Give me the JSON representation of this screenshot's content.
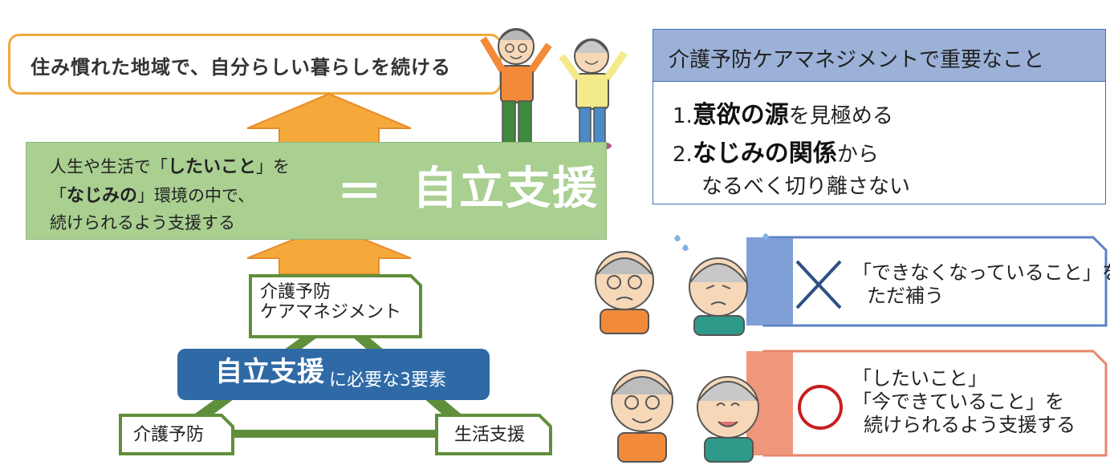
{
  "goal": {
    "text": "住み慣れた地域で、自分らしい暮らしを続ける"
  },
  "main_band": {
    "line1_pre": "人生や生活で「",
    "line1_bold": "したいこと",
    "line1_post": "」を",
    "line2_pre": "「",
    "line2_bold": "なじみの",
    "line2_post": "」環境の中で、",
    "line3": "続けられるよう支援する",
    "equals": "＝",
    "term": "自立支援"
  },
  "elements": {
    "care_management_line1": "介護予防",
    "care_management_line2": "ケアマネジメント",
    "center_main": "自立支援",
    "center_sub": "に必要な3要素",
    "left": "介護予防",
    "right": "生活支援"
  },
  "important": {
    "title": "介護予防ケアマネジメントで重要なこと",
    "item1_num": "1.",
    "item1_bold": "意欲の源",
    "item1_rest": "を見極める",
    "item2_num": "2.",
    "item2_bold": "なじみの関係",
    "item2_rest": "から",
    "item2_line2": "なるべく切り離さない"
  },
  "bad_callout": {
    "line1": "「できなくなっていること」を",
    "line2": "ただ補う",
    "mark": "cross-icon"
  },
  "good_callout": {
    "line1": "「したいこと」",
    "line2": "「今できていること」を",
    "line3": "続けられるよう支援する",
    "mark": "circle-icon"
  },
  "colors": {
    "goal_border": "#f2a93b",
    "arrow": "#f5a93a",
    "band": "#a9cf91",
    "pill": "#2f6aa7",
    "tri_border": "#5f8f3a",
    "panel_border": "#3f6fb4",
    "panel_head": "#9bb1d8",
    "bad_tab": "#7f9fd6",
    "bad_mark": "#2d4f86",
    "good_tab": "#f0967a",
    "good_mark": "#c81e1e"
  }
}
